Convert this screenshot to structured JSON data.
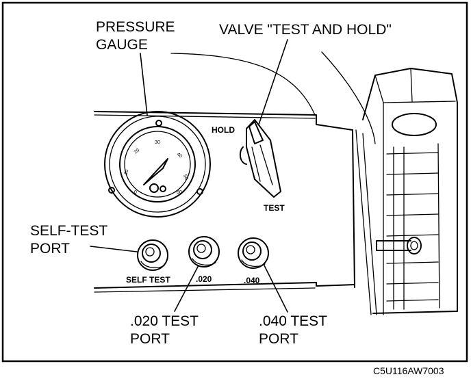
{
  "callouts": {
    "pressure_gauge_line1": "PRESSURE",
    "pressure_gauge_line2": "GAUGE",
    "valve": "VALVE \"TEST AND HOLD\"",
    "self_test_line1": "SELF-TEST",
    "self_test_line2": "PORT",
    "port_020_line1": ".020 TEST",
    "port_020_line2": "PORT",
    "port_040_line1": ".040 TEST",
    "port_040_line2": "PORT"
  },
  "panel_labels": {
    "hold": "HOLD",
    "test": "TEST",
    "self_test": "SELF TEST",
    "port_020": ".020",
    "port_040": ".040"
  },
  "gauge_dial": {
    "ticks": [
      "0",
      "10",
      "20",
      "30",
      "40",
      "50",
      "60"
    ]
  },
  "figure_ref": "C5U116AW7003"
}
